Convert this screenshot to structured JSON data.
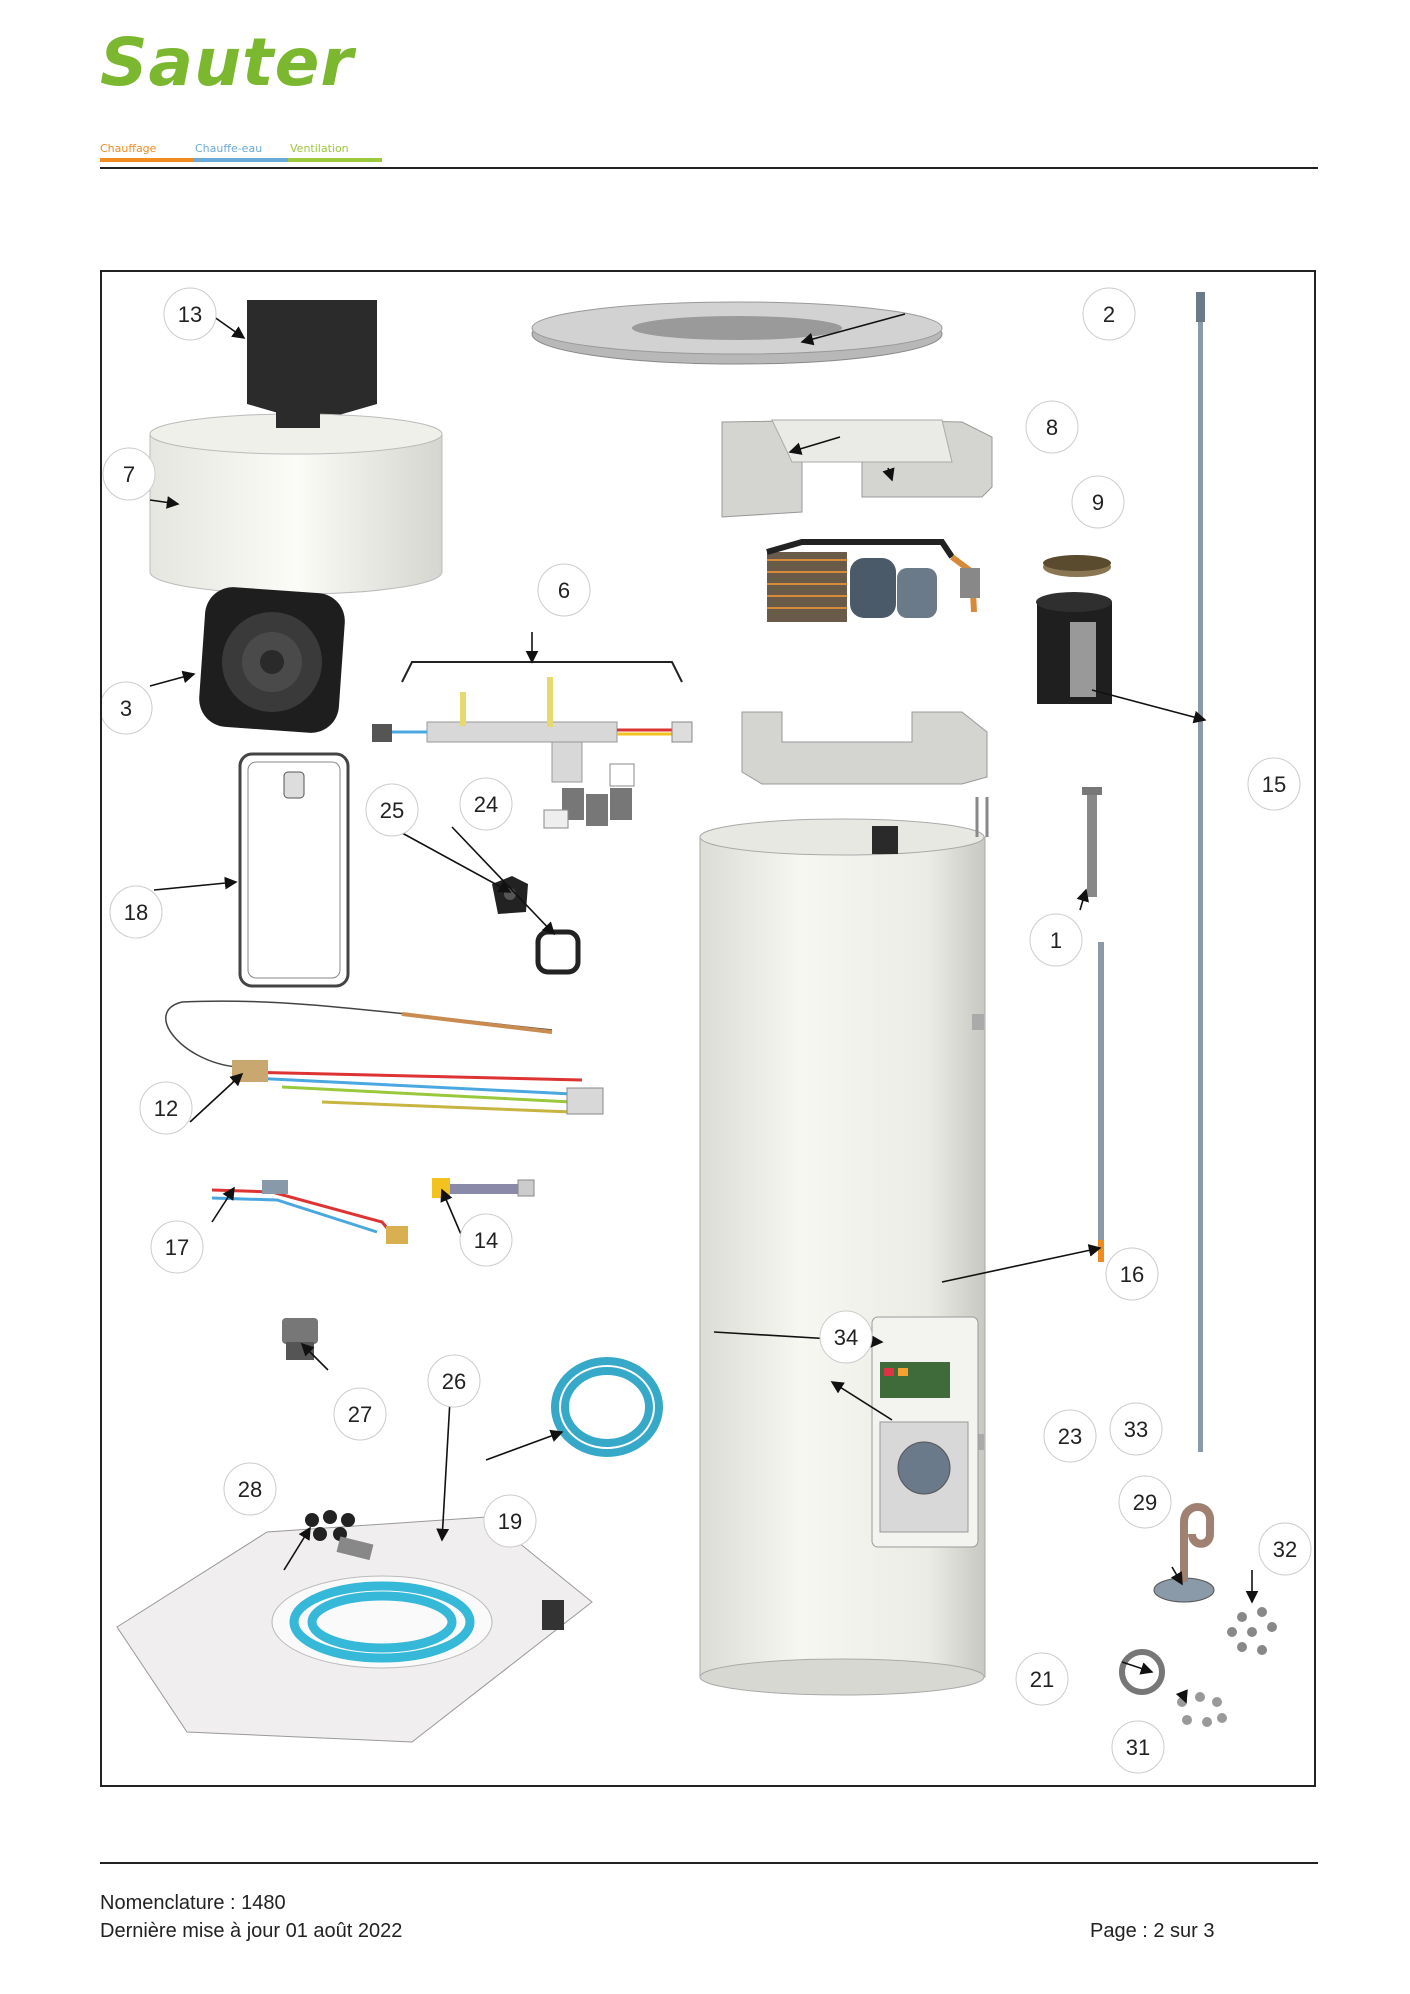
{
  "brand": {
    "name": "Sauter",
    "color": "#7cb82f"
  },
  "tagline": [
    {
      "label": "Chauffage",
      "color": "#f08c1e"
    },
    {
      "label": "Chauffe-eau",
      "color": "#6aaad8"
    },
    {
      "label": "Ventilation",
      "color": "#9cc83c"
    }
  ],
  "callouts": {
    "c13": "13",
    "c2": "2",
    "c7": "7",
    "c8": "8",
    "c9": "9",
    "c6": "6",
    "c3": "3",
    "c15": "15",
    "c25": "25",
    "c24": "24",
    "c18": "18",
    "c1": "1",
    "c12": "12",
    "c17": "17",
    "c14": "14",
    "c16": "16",
    "c34": "34",
    "c27": "27",
    "c26": "26",
    "c23": "23",
    "c33": "33",
    "c28": "28",
    "c19": "19",
    "c29": "29",
    "c32": "32",
    "c21": "21",
    "c31": "31"
  },
  "footer": {
    "nomenclature": "Nomenclature : 1480",
    "updated": "Dernière mise à jour 01 août 2022",
    "page": "Page : 2 sur 3"
  }
}
